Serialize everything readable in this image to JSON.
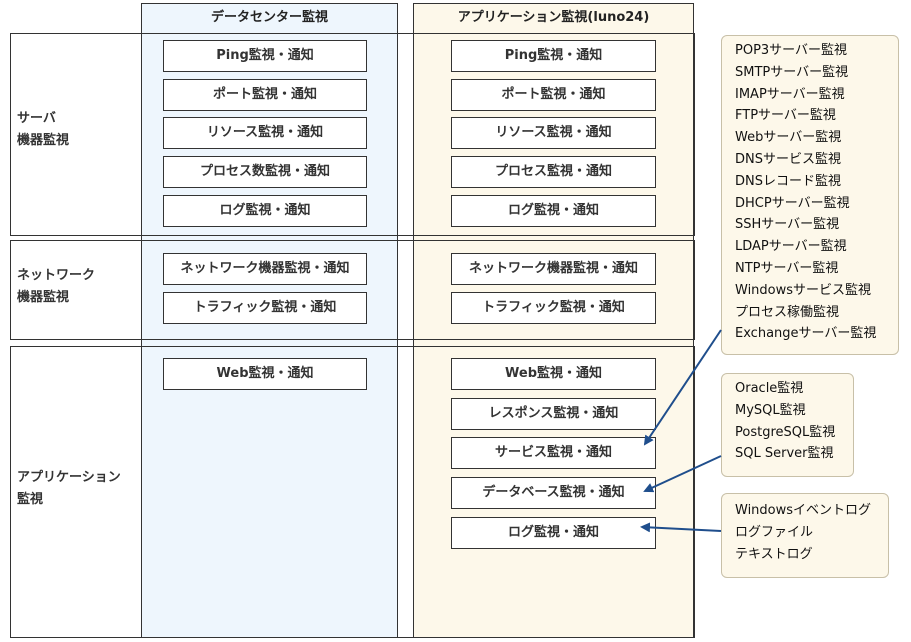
{
  "columns": {
    "datacenter": "データセンター監視",
    "application": "アプリケーション監視(luno24)"
  },
  "rows": {
    "server": [
      "サーバ",
      "機器監視"
    ],
    "network": [
      "ネットワーク",
      "機器監視"
    ],
    "application": [
      "アプリケーション",
      "監視"
    ]
  },
  "dc": {
    "server": [
      "Ping監視・通知",
      "ポート監視・通知",
      "リソース監視・通知",
      "プロセス数監視・通知",
      "ログ監視・通知"
    ],
    "network": [
      "ネットワーク機器監視・通知",
      "トラフィック監視・通知"
    ],
    "application": [
      "Web監視・通知"
    ]
  },
  "app": {
    "server": [
      "Ping監視・通知",
      "ポート監視・通知",
      "リソース監視・通知",
      "プロセス監視・通知",
      "ログ監視・通知"
    ],
    "network": [
      "ネットワーク機器監視・通知",
      "トラフィック監視・通知"
    ],
    "application": [
      "Web監視・通知",
      "レスポンス監視・通知",
      "サービス監視・通知",
      "データベース監視・通知",
      "ログ監視・通知"
    ]
  },
  "notes": {
    "services": [
      "POP3サーバー監視",
      "SMTPサーバー監視",
      "IMAPサーバー監視",
      "FTPサーバー監視",
      "Webサーバー監視",
      "DNSサービス監視",
      "DNSレコード監視",
      "DHCPサーバー監視",
      "SSHサーバー監視",
      "LDAPサーバー監視",
      "NTPサーバー監視",
      "Windowsサービス監視",
      "プロセス稼働監視",
      "Exchangeサーバー監視"
    ],
    "database": [
      "Oracle監視",
      "MySQL監視",
      "PostgreSQL監視",
      "SQL Server監視"
    ],
    "logs": [
      "Windowsイベントログ",
      "ログファイル",
      "テキストログ"
    ]
  },
  "colors": {
    "datacenter_bg": "#eef6fd",
    "application_bg": "#fdf8ea",
    "arrow": "#1f4e8c",
    "border": "#333333"
  }
}
